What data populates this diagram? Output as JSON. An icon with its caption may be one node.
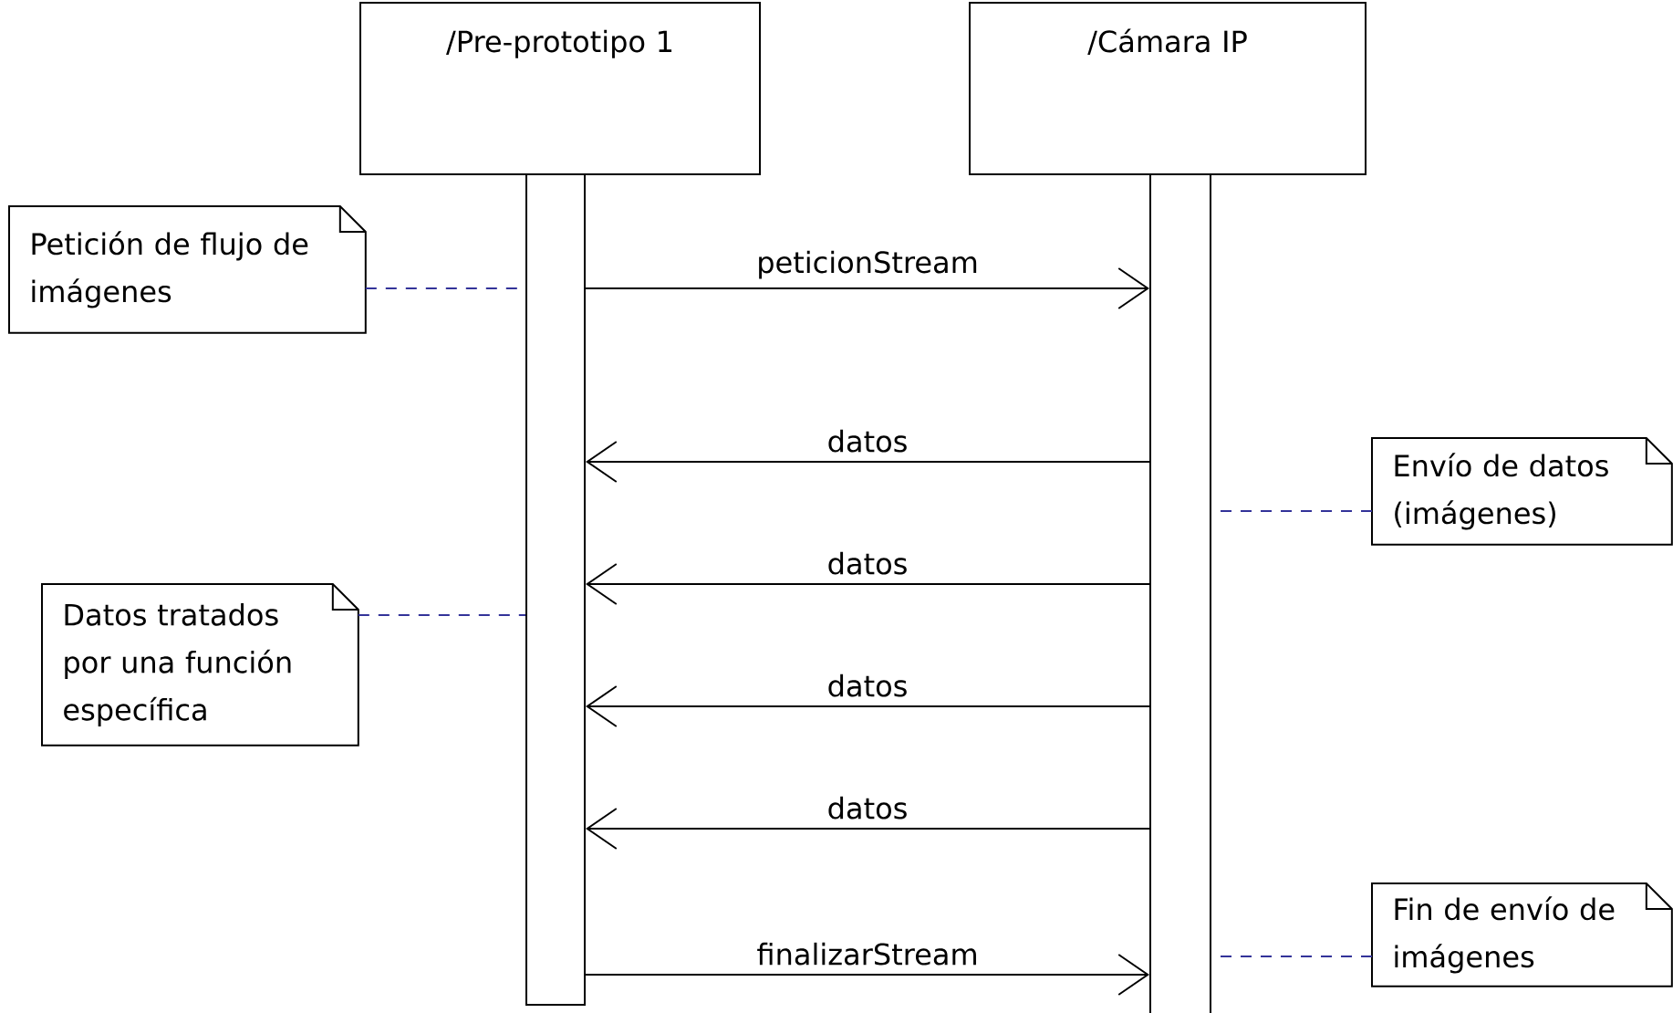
{
  "diagram": {
    "nodes": [
      {
        "text": [
          "/Pre-prototipo 1"
        ]
      },
      {
        "text": [
          "/Cámara IP"
        ]
      },
      {
        "text": [],
        "shape": "bar"
      },
      {
        "text": [],
        "shape": "bar"
      },
      {
        "text": [
          "Petición de flujo de imágenes"
        ]
      },
      {
        "text": [
          "Envío de datos (imágenes)"
        ]
      },
      {
        "text": [
          "Datos tratados por una función específica"
        ]
      },
      {
        "text": [
          "Fin de envío de imágenes"
        ]
      }
    ],
    "edges": [
      {
        "from": 2,
        "to": 3,
        "arrow": "to",
        "label": "peticionStream"
      },
      {
        "from": 3,
        "to": 2,
        "arrow": "to",
        "label": "datos"
      },
      {
        "from": 3,
        "to": 2,
        "arrow": "to",
        "label": "datos"
      },
      {
        "from": 3,
        "to": 2,
        "arrow": "to",
        "label": "datos"
      },
      {
        "from": 3,
        "to": 2,
        "arrow": "to",
        "label": "datos"
      },
      {
        "from": 2,
        "to": 3,
        "arrow": "to",
        "label": "finalizarStream"
      },
      {
        "from": 4,
        "to": 2,
        "arrow": "none",
        "style": "dashed",
        "color": "#333399"
      },
      {
        "from": 5,
        "to": 3,
        "arrow": "none",
        "style": "dashed",
        "color": "#333399"
      },
      {
        "from": 6,
        "to": 2,
        "arrow": "none",
        "style": "dashed",
        "color": "#333399"
      },
      {
        "from": 7,
        "to": 3,
        "arrow": "none",
        "style": "dashed",
        "color": "#333399"
      }
    ]
  }
}
